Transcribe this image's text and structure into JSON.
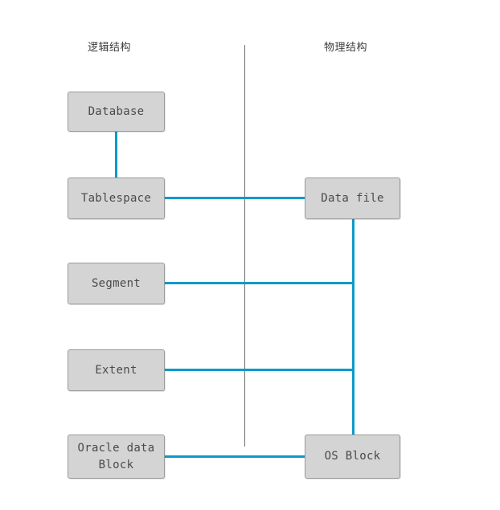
{
  "diagram": {
    "title_logical": "逻辑结构",
    "title_physical": "物理结构",
    "accent_color": "#0d9ac8",
    "box_fill": "#d4d4d4",
    "box_border": "#9a9a9a",
    "divider_color": "#6e6e6e",
    "logical_nodes": [
      {
        "id": "database",
        "label": "Database"
      },
      {
        "id": "tablespace",
        "label": "Tablespace"
      },
      {
        "id": "segment",
        "label": "Segment"
      },
      {
        "id": "extent",
        "label": "Extent"
      },
      {
        "id": "oracleblock",
        "label": "Oracle data Block"
      }
    ],
    "physical_nodes": [
      {
        "id": "datafile",
        "label": "Data file"
      },
      {
        "id": "osblock",
        "label": "OS Block"
      }
    ],
    "connections": [
      {
        "from": "Database",
        "to": "Tablespace",
        "orientation": "vertical"
      },
      {
        "from": "Tablespace",
        "to": "Data file",
        "orientation": "horizontal"
      },
      {
        "from": "Data file",
        "to": "OS Block",
        "orientation": "vertical"
      },
      {
        "from": "Segment",
        "to": "Data file",
        "orientation": "horizontal"
      },
      {
        "from": "Extent",
        "to": "Data file",
        "orientation": "horizontal"
      },
      {
        "from": "Oracle data Block",
        "to": "OS Block",
        "orientation": "horizontal"
      }
    ]
  }
}
